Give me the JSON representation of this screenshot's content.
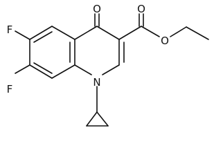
{
  "molecule": {
    "atom_labels": {
      "oxygen_ketone": "O",
      "oxygen_carbonyl": "O",
      "oxygen_ester": "O",
      "fluorine_6": "F",
      "fluorine_7": "F",
      "nitrogen_1": "N"
    },
    "colors": {
      "bond": "#111111",
      "label": "#111111",
      "background": "#ffffff"
    }
  }
}
